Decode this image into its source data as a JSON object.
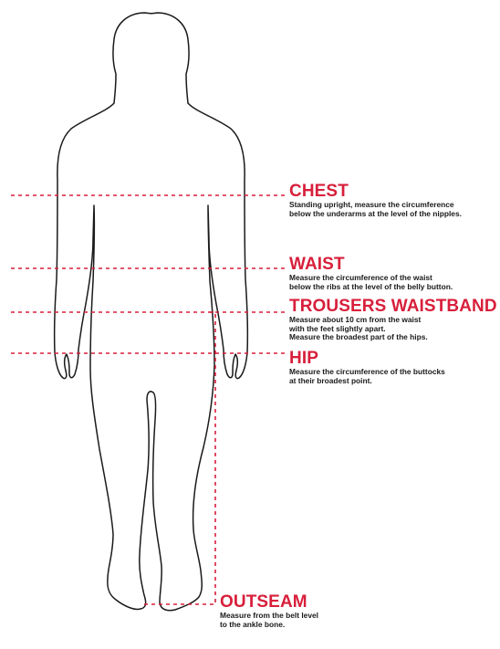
{
  "measurements": {
    "chest": {
      "title": "CHEST",
      "description": "Standing upright, measure the circumference\nbelow the underarms at the level of the nipples."
    },
    "waist": {
      "title": "WAIST",
      "description": "Measure the circumference of the waist\nbelow the ribs at the level of the belly button."
    },
    "trousers_waistband": {
      "title": "TROUSERS WAISTBAND",
      "description": "Measure about 10 cm from the waist\nwith the feet slightly apart.\nMeasure the broadest part of the hips."
    },
    "hip": {
      "title": "HIP",
      "description": "Measure the circumference of the buttocks\nat their broadest point."
    },
    "outseam": {
      "title": "OUTSEAM",
      "description": "Measure from the belt level\nto the ankle bone."
    }
  },
  "colors": {
    "accent": "#d81f3b",
    "outline": "#1a1a1a",
    "text": "#1a1a1a",
    "background": "#ffffff"
  }
}
